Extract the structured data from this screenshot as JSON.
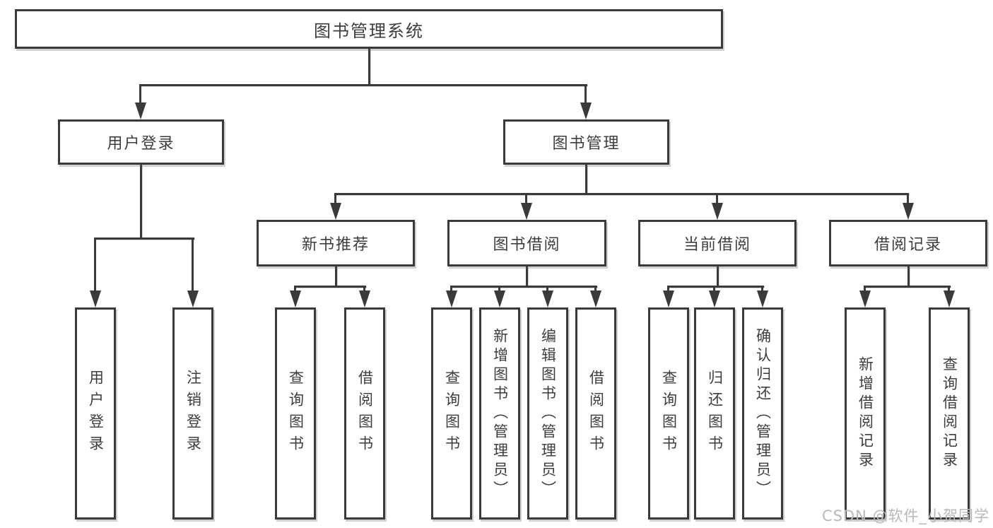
{
  "diagram": {
    "tree": {
      "root": {
        "label": "图书管理系统",
        "children": [
          {
            "label": "用户登录",
            "children": [
              {
                "label": "用户登录"
              },
              {
                "label": "注销登录"
              }
            ]
          },
          {
            "label": "图书管理",
            "children": [
              {
                "label": "新书推荐",
                "children": [
                  {
                    "label": "查询图书"
                  },
                  {
                    "label": "借阅图书"
                  }
                ]
              },
              {
                "label": "图书借阅",
                "children": [
                  {
                    "label": "查询图书"
                  },
                  {
                    "label": "新增图书（管理员）"
                  },
                  {
                    "label": "编辑图书（管理员）"
                  },
                  {
                    "label": "借阅图书"
                  }
                ]
              },
              {
                "label": "当前借阅",
                "children": [
                  {
                    "label": "查询图书"
                  },
                  {
                    "label": "归还图书"
                  },
                  {
                    "label": "确认归还（管理员）"
                  }
                ]
              },
              {
                "label": "借阅记录",
                "children": [
                  {
                    "label": "新增借阅记录"
                  },
                  {
                    "label": "查询借阅记录"
                  }
                ]
              }
            ]
          }
        ]
      }
    },
    "colors": {
      "line": "#3a3a3a",
      "box_border": "#3a3a3a",
      "text": "#3d3d3d",
      "background": "#ffffff",
      "watermark": "#b9b9b9"
    }
  },
  "watermark": {
    "text": "CSDN @软件_小贺同学"
  }
}
